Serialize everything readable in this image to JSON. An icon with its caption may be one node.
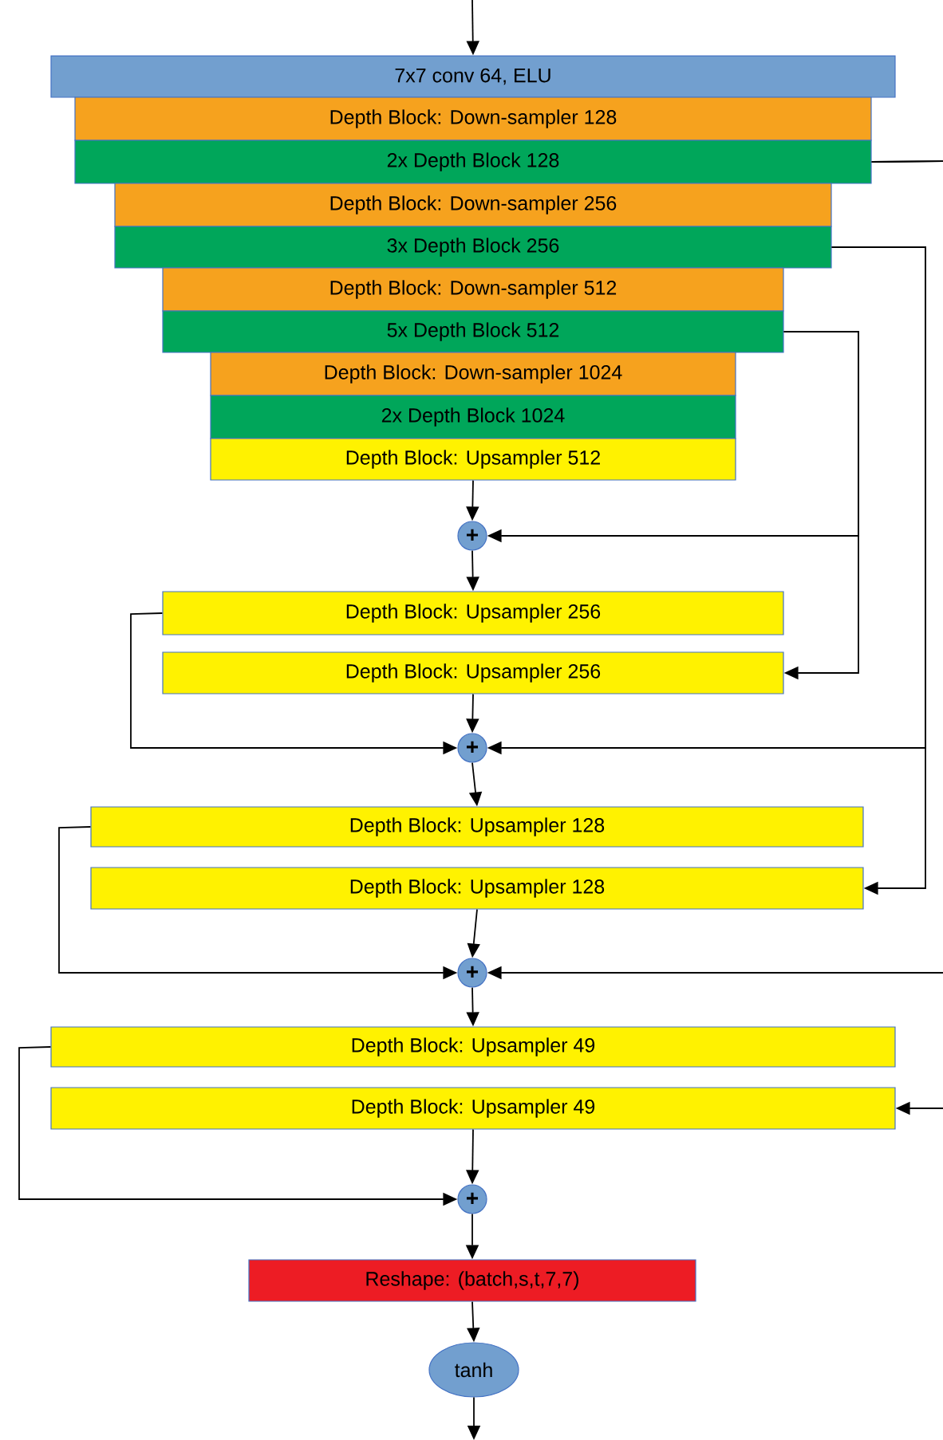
{
  "diagram": {
    "nodes": [
      {
        "text": [
          "7x7 conv 64, ELU"
        ]
      },
      {
        "text": [
          "Depth Block: Down-sampler 128"
        ]
      },
      {
        "text": [
          "2x Depth Block 128"
        ]
      },
      {
        "text": [
          "Depth Block: Down-sampler 256"
        ]
      },
      {
        "text": [
          "3x Depth Block 256"
        ]
      },
      {
        "text": [
          "Depth Block: Down-sampler 512"
        ]
      },
      {
        "text": [
          "5x Depth Block 512"
        ]
      },
      {
        "text": [
          "Depth Block: Down-sampler 1024"
        ]
      },
      {
        "text": [
          "2x Depth Block 1024"
        ]
      },
      {
        "text": [
          "Depth Block: Upsampler 512"
        ]
      },
      {
        "text": [
          "+"
        ]
      },
      {
        "text": [
          "Depth Block: Upsampler 256"
        ]
      },
      {
        "text": [
          "Depth Block: Upsampler 256"
        ]
      },
      {
        "text": [
          "+"
        ]
      },
      {
        "text": [
          "Depth Block: Upsampler 128"
        ]
      },
      {
        "text": [
          "Depth Block: Upsampler 128"
        ]
      },
      {
        "text": [
          "+"
        ]
      },
      {
        "text": [
          "Depth Block: Upsampler 49"
        ]
      },
      {
        "text": [
          "Depth Block: Upsampler 49"
        ]
      },
      {
        "text": [
          "+"
        ]
      },
      {
        "text": [
          "Reshape: (batch,s,t,7,7)"
        ]
      },
      {
        "text": [
          "tanh"
        ]
      }
    ],
    "edges": [
      {
        "from": null,
        "to": 0,
        "arrow": "to"
      },
      {
        "from": 9,
        "to": 10,
        "arrow": "to"
      },
      {
        "from": 6,
        "to": 10,
        "arrow": "to"
      },
      {
        "from": 6,
        "to": 12,
        "arrow": "to"
      },
      {
        "from": 10,
        "to": 11,
        "arrow": "to"
      },
      {
        "from": 11,
        "to": 13,
        "arrow": "to"
      },
      {
        "from": 12,
        "to": 13,
        "arrow": "to"
      },
      {
        "from": 4,
        "to": 13,
        "arrow": "to"
      },
      {
        "from": 4,
        "to": 15,
        "arrow": "to"
      },
      {
        "from": 13,
        "to": 14,
        "arrow": "to"
      },
      {
        "from": 14,
        "to": 16,
        "arrow": "to"
      },
      {
        "from": 15,
        "to": 16,
        "arrow": "to"
      },
      {
        "from": 2,
        "to": 16,
        "arrow": "to"
      },
      {
        "from": 2,
        "to": 18,
        "arrow": "to"
      },
      {
        "from": 16,
        "to": 17,
        "arrow": "to"
      },
      {
        "from": 17,
        "to": 19,
        "arrow": "to"
      },
      {
        "from": 18,
        "to": 19,
        "arrow": "to"
      },
      {
        "from": 19,
        "to": 20,
        "arrow": "to"
      },
      {
        "from": 20,
        "to": 21,
        "arrow": "to"
      },
      {
        "from": 21,
        "to": null,
        "arrow": "to"
      }
    ]
  }
}
